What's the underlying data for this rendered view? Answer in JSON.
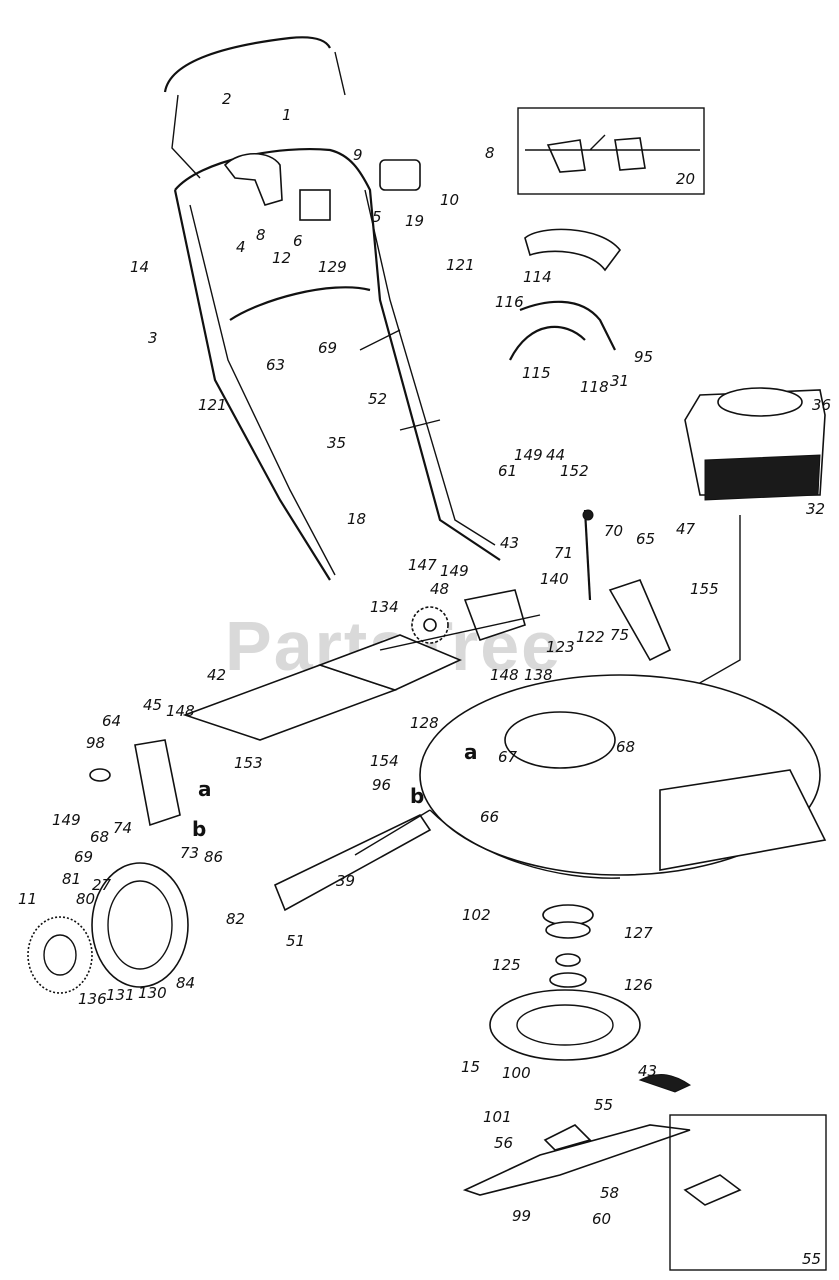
{
  "watermark": "PartsTree",
  "callouts": [
    {
      "id": "c-2",
      "text": "2"
    },
    {
      "id": "c-1",
      "text": "1"
    },
    {
      "id": "c-9",
      "text": "9"
    },
    {
      "id": "c-8a",
      "text": "8"
    },
    {
      "id": "c-20",
      "text": "20"
    },
    {
      "id": "c-10",
      "text": "10"
    },
    {
      "id": "c-5",
      "text": "5"
    },
    {
      "id": "c-19",
      "text": "19"
    },
    {
      "id": "c-8b",
      "text": "8"
    },
    {
      "id": "c-6",
      "text": "6"
    },
    {
      "id": "c-12",
      "text": "12"
    },
    {
      "id": "c-129",
      "text": "129"
    },
    {
      "id": "c-4",
      "text": "4"
    },
    {
      "id": "c-14",
      "text": "14"
    },
    {
      "id": "c-121a",
      "text": "121"
    },
    {
      "id": "c-114",
      "text": "114"
    },
    {
      "id": "c-116",
      "text": "116"
    },
    {
      "id": "c-3",
      "text": "3"
    },
    {
      "id": "c-69a",
      "text": "69"
    },
    {
      "id": "c-63",
      "text": "63"
    },
    {
      "id": "c-95",
      "text": "95"
    },
    {
      "id": "c-115",
      "text": "115"
    },
    {
      "id": "c-118",
      "text": "118"
    },
    {
      "id": "c-31",
      "text": "31"
    },
    {
      "id": "c-121b",
      "text": "121"
    },
    {
      "id": "c-52",
      "text": "52"
    },
    {
      "id": "c-36",
      "text": "36"
    },
    {
      "id": "c-149a",
      "text": "149"
    },
    {
      "id": "c-44",
      "text": "44"
    },
    {
      "id": "c-61",
      "text": "61"
    },
    {
      "id": "c-152",
      "text": "152"
    },
    {
      "id": "c-32",
      "text": "32"
    },
    {
      "id": "c-35",
      "text": "35"
    },
    {
      "id": "c-70",
      "text": "70"
    },
    {
      "id": "c-18",
      "text": "18"
    },
    {
      "id": "c-43a",
      "text": "43"
    },
    {
      "id": "c-47",
      "text": "47"
    },
    {
      "id": "c-71",
      "text": "71"
    },
    {
      "id": "c-65",
      "text": "65"
    },
    {
      "id": "c-147",
      "text": "147"
    },
    {
      "id": "c-149b",
      "text": "149"
    },
    {
      "id": "c-140",
      "text": "140"
    },
    {
      "id": "c-155",
      "text": "155"
    },
    {
      "id": "c-48",
      "text": "48"
    },
    {
      "id": "c-134",
      "text": "134"
    },
    {
      "id": "c-75",
      "text": "75"
    },
    {
      "id": "c-123",
      "text": "123"
    },
    {
      "id": "c-122",
      "text": "122"
    },
    {
      "id": "c-148a",
      "text": "148"
    },
    {
      "id": "c-138",
      "text": "138"
    },
    {
      "id": "c-42",
      "text": "42"
    },
    {
      "id": "c-45",
      "text": "45"
    },
    {
      "id": "c-148b",
      "text": "148"
    },
    {
      "id": "c-64",
      "text": "64"
    },
    {
      "id": "c-128",
      "text": "128"
    },
    {
      "id": "c-98",
      "text": "98"
    },
    {
      "id": "c-153",
      "text": "153"
    },
    {
      "id": "c-154",
      "text": "154"
    },
    {
      "id": "c-68a",
      "text": "68"
    },
    {
      "id": "c-a1",
      "text": "a"
    },
    {
      "id": "c-67",
      "text": "67"
    },
    {
      "id": "c-a2",
      "text": "a"
    },
    {
      "id": "c-96",
      "text": "96"
    },
    {
      "id": "c-149c",
      "text": "149"
    },
    {
      "id": "c-68b",
      "text": "68"
    },
    {
      "id": "c-b1",
      "text": "b"
    },
    {
      "id": "c-66",
      "text": "66"
    },
    {
      "id": "c-74",
      "text": "74"
    },
    {
      "id": "c-b2",
      "text": "b"
    },
    {
      "id": "c-69b",
      "text": "69"
    },
    {
      "id": "c-73",
      "text": "73"
    },
    {
      "id": "c-86",
      "text": "86"
    },
    {
      "id": "c-27",
      "text": "27"
    },
    {
      "id": "c-81",
      "text": "81"
    },
    {
      "id": "c-11",
      "text": "11"
    },
    {
      "id": "c-80",
      "text": "80"
    },
    {
      "id": "c-39",
      "text": "39"
    },
    {
      "id": "c-82",
      "text": "82"
    },
    {
      "id": "c-102",
      "text": "102"
    },
    {
      "id": "c-51",
      "text": "51"
    },
    {
      "id": "c-127",
      "text": "127"
    },
    {
      "id": "c-125",
      "text": "125"
    },
    {
      "id": "c-126",
      "text": "126"
    },
    {
      "id": "c-136",
      "text": "136"
    },
    {
      "id": "c-131",
      "text": "131"
    },
    {
      "id": "c-130",
      "text": "130"
    },
    {
      "id": "c-84",
      "text": "84"
    },
    {
      "id": "c-15",
      "text": "15"
    },
    {
      "id": "c-100",
      "text": "100"
    },
    {
      "id": "c-43b",
      "text": "43"
    },
    {
      "id": "c-101",
      "text": "101"
    },
    {
      "id": "c-55a",
      "text": "55"
    },
    {
      "id": "c-56",
      "text": "56"
    },
    {
      "id": "c-58",
      "text": "58"
    },
    {
      "id": "c-99",
      "text": "99"
    },
    {
      "id": "c-60",
      "text": "60"
    },
    {
      "id": "c-55b",
      "text": "55"
    }
  ]
}
